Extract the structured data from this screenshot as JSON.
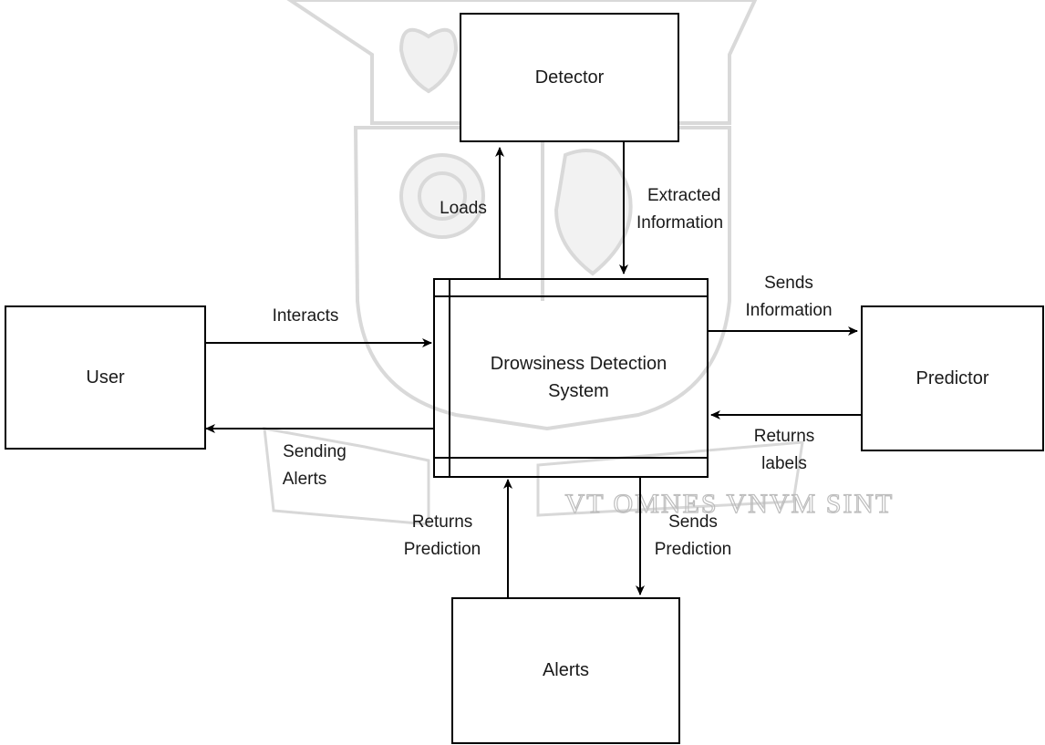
{
  "nodes": {
    "detector": "Detector",
    "user": "User",
    "predictor": "Predictor",
    "alerts": "Alerts",
    "system_line1": "Drowsiness Detection",
    "system_line2": "System"
  },
  "edges": {
    "loads": "Loads",
    "extracted_1": "Extracted",
    "extracted_2": "Information",
    "interacts": "Interacts",
    "sends_info_1": "Sends",
    "sends_info_2": "Information",
    "returns_labels_1": "Returns",
    "returns_labels_2": "labels",
    "sending_alerts_1": "Sending",
    "sending_alerts_2": "Alerts",
    "returns_pred_1": "Returns",
    "returns_pred_2": "Prediction",
    "sends_pred_1": "Sends",
    "sends_pred_2": "Prediction"
  },
  "watermark": {
    "motto": "VT OMNES VNVM SINT"
  },
  "colors": {
    "stroke": "#000000",
    "watermark": "#c8c8c8"
  }
}
